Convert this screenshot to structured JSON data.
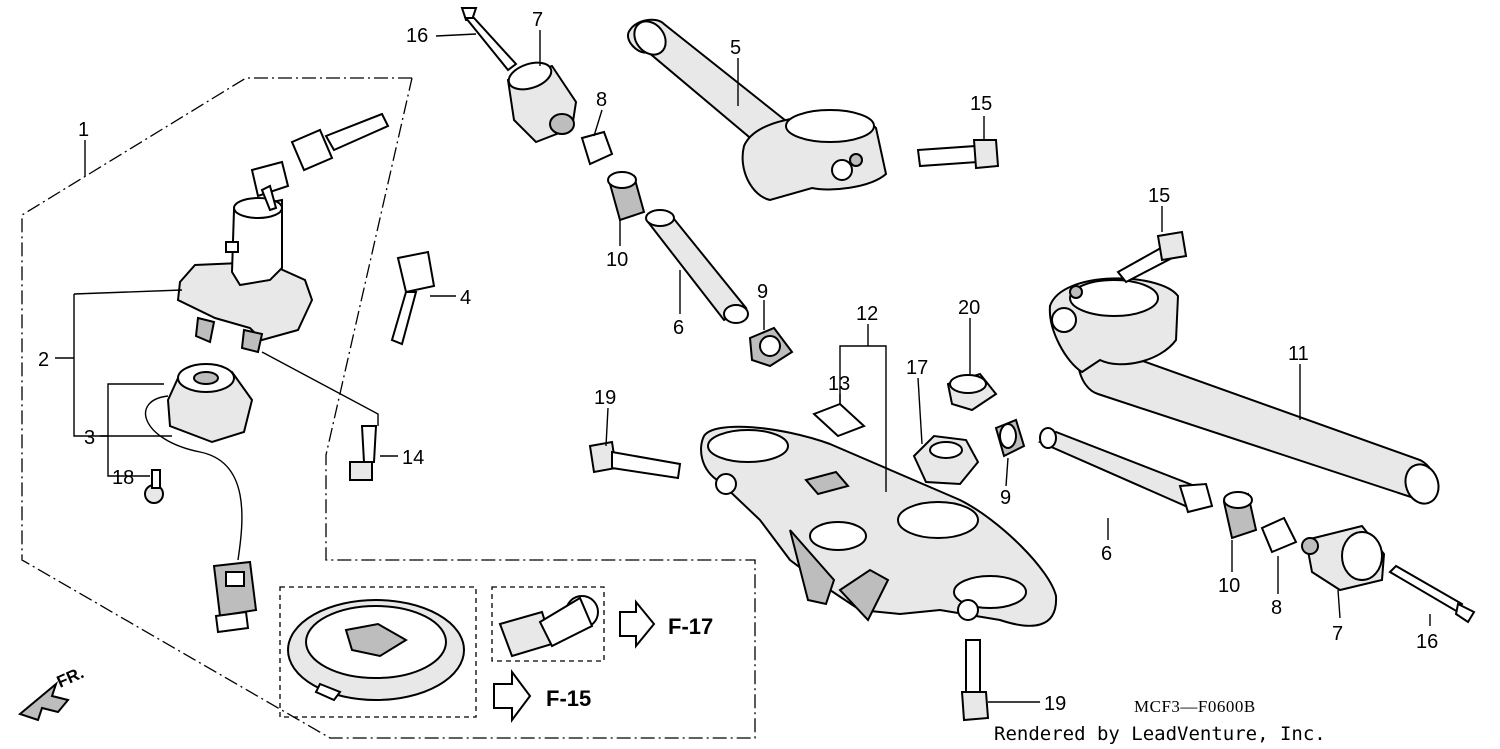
{
  "callouts": [
    {
      "id": "c1",
      "text": "1"
    },
    {
      "id": "c2",
      "text": "2"
    },
    {
      "id": "c3",
      "text": "3"
    },
    {
      "id": "c4",
      "text": "4"
    },
    {
      "id": "c5",
      "text": "5"
    },
    {
      "id": "c6a",
      "text": "6"
    },
    {
      "id": "c6b",
      "text": "6"
    },
    {
      "id": "c7a",
      "text": "7"
    },
    {
      "id": "c7b",
      "text": "7"
    },
    {
      "id": "c8a",
      "text": "8"
    },
    {
      "id": "c8b",
      "text": "8"
    },
    {
      "id": "c9a",
      "text": "9"
    },
    {
      "id": "c9b",
      "text": "9"
    },
    {
      "id": "c10a",
      "text": "10"
    },
    {
      "id": "c10b",
      "text": "10"
    },
    {
      "id": "c11",
      "text": "11"
    },
    {
      "id": "c12",
      "text": "12"
    },
    {
      "id": "c13",
      "text": "13"
    },
    {
      "id": "c14",
      "text": "14"
    },
    {
      "id": "c15a",
      "text": "15"
    },
    {
      "id": "c15b",
      "text": "15"
    },
    {
      "id": "c16a",
      "text": "16"
    },
    {
      "id": "c16b",
      "text": "16"
    },
    {
      "id": "c17",
      "text": "17"
    },
    {
      "id": "c18",
      "text": "18"
    },
    {
      "id": "c19a",
      "text": "19"
    },
    {
      "id": "c19b",
      "text": "19"
    },
    {
      "id": "c20",
      "text": "20"
    }
  ],
  "references": {
    "f17": "F-17",
    "f15": "F-15"
  },
  "direction_label": "FR.",
  "diagram_code": "MCF3—F0600B",
  "credit": "Rendered by LeadVenture, Inc."
}
